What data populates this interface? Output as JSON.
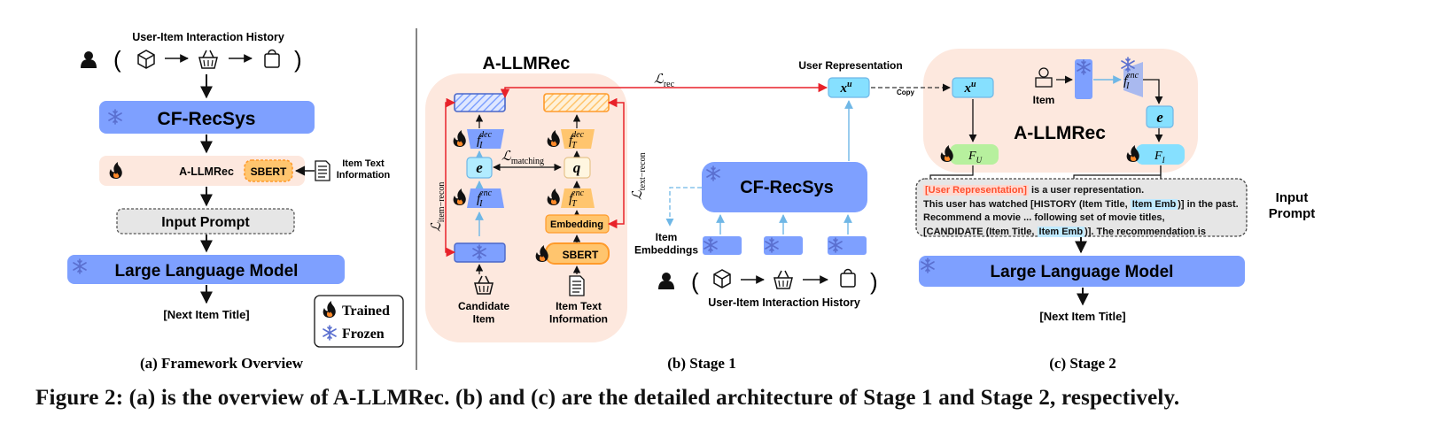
{
  "panel_a": {
    "history_title": "User-Item Interaction History",
    "cf_recsys": "CF-RecSys",
    "allmrec": "A-LLMRec",
    "sbert": "SBERT",
    "item_text": "Item Text\nInformation",
    "input_prompt": "Input Prompt",
    "llm": "Large Language Model",
    "output": "[Next Item Title]",
    "legend_trained": "Trained",
    "legend_frozen": "Frozen",
    "caption": "(a) Framework Overview"
  },
  "panel_b": {
    "title": "A-LLMRec",
    "loss_rec": "ℒrec",
    "loss_rec_math": {
      "base": "ℒ",
      "sub": "rec"
    },
    "loss_item_recon": {
      "base": "ℒ",
      "sub": "item−recon"
    },
    "loss_text_recon": {
      "base": "ℒ",
      "sub": "text−recon"
    },
    "loss_matching": {
      "base": "ℒ",
      "sub": "matching"
    },
    "f_dec_i": {
      "base": "f",
      "sub": "I",
      "sup": "dec"
    },
    "f_dec_t": {
      "base": "f",
      "sub": "T",
      "sup": "dec"
    },
    "f_enc_i": {
      "base": "f",
      "sub": "I",
      "sup": "enc"
    },
    "f_enc_t": {
      "base": "f",
      "sub": "T",
      "sup": "enc"
    },
    "e": "e",
    "q": "q",
    "embedding": "Embedding",
    "sbert": "SBERT",
    "candidate_item": "Candidate\nItem",
    "item_text": "Item Text\nInformation",
    "user_rep": "User Representation",
    "xu": {
      "base": "x",
      "sup": "u"
    },
    "cf_recsys": "CF-RecSys",
    "item_embeddings": "Item\nEmbeddings",
    "history": "User-Item Interaction History",
    "caption": "(b) Stage 1"
  },
  "panel_c": {
    "copy": "Copy",
    "xu": {
      "base": "x",
      "sup": "u"
    },
    "item": "Item",
    "f_enc_i": {
      "base": "f",
      "sub": "I",
      "sup": "enc"
    },
    "e": "e",
    "title": "A-LLMRec",
    "F_U": {
      "base": "F",
      "sub": "U"
    },
    "F_I": {
      "base": "F",
      "sub": "I"
    },
    "prompt_user_rep": "[User Representation]",
    "prompt_l1_tail": " is a user representation.",
    "prompt_l2_head": "This user has watched [HISTORY (Item Title, ",
    "prompt_item_emb": "Item Emb",
    "prompt_l2_tail": ")] in the past.",
    "prompt_l3": "Recommend a movie ... following set of movie titles,",
    "prompt_l4_head": "[CANDIDATE (Item Title, ",
    "prompt_l4_tail": ")]. The recommendation is",
    "input_prompt": "Input\nPrompt",
    "llm": "Large Language Model",
    "output": "[Next Item Title]",
    "caption": "(c) Stage 2"
  },
  "figure_caption": "Figure 2: (a) is the overview of A-LLMRec. (b) and (c) are the detailed architecture of Stage 1 and Stage 2, respectively.",
  "icons": [
    "user-icon",
    "package-icon",
    "basket-icon",
    "shopping-bag-icon",
    "snowflake-icon",
    "flame-icon",
    "document-icon"
  ],
  "colors": {
    "blue_box": "#7ea0ff",
    "cf_blue": "#6f94f7",
    "peach_panel": "#fde8de",
    "orange_box": "#ffc56e",
    "cyan_box": "#86e0ff",
    "green_box": "#b7f09e",
    "red_arrow": "#e8222a",
    "lightblue_arrow": "#6fb7e6"
  }
}
